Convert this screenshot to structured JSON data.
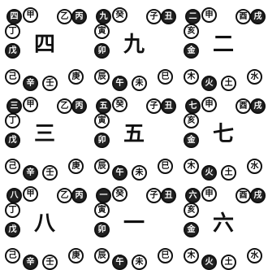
{
  "cells": [
    {
      "big": "四",
      "seals": [
        "四",
        "甲",
        "乙",
        "丙",
        "丁",
        "戊",
        "己",
        "庚",
        "辛",
        "壬"
      ]
    },
    {
      "big": "九",
      "seals": [
        "九",
        "癸",
        "子",
        "丑",
        "寅",
        "卯",
        "辰",
        "巳",
        "午",
        "未"
      ]
    },
    {
      "big": "二",
      "seals": [
        "二",
        "申",
        "酉",
        "戌",
        "亥",
        "金",
        "木",
        "水",
        "火",
        "土"
      ]
    },
    {
      "big": "三",
      "seals": [
        "三",
        "甲",
        "乙",
        "丙",
        "丁",
        "戊",
        "己",
        "庚",
        "辛",
        "壬"
      ]
    },
    {
      "big": "五",
      "seals": [
        "五",
        "癸",
        "子",
        "丑",
        "寅",
        "卯",
        "辰",
        "巳",
        "午",
        "未"
      ]
    },
    {
      "big": "七",
      "seals": [
        "七",
        "申",
        "酉",
        "戌",
        "亥",
        "金",
        "木",
        "水",
        "火",
        "土"
      ]
    },
    {
      "big": "八",
      "seals": [
        "八",
        "甲",
        "乙",
        "丙",
        "丁",
        "戊",
        "己",
        "庚",
        "辛",
        "壬"
      ]
    },
    {
      "big": "一",
      "seals": [
        "一",
        "癸",
        "子",
        "丑",
        "寅",
        "卯",
        "辰",
        "巳",
        "午",
        "未"
      ]
    },
    {
      "big": "六",
      "seals": [
        "六",
        "申",
        "酉",
        "戌",
        "亥",
        "金",
        "木",
        "水",
        "火",
        "土"
      ]
    }
  ]
}
